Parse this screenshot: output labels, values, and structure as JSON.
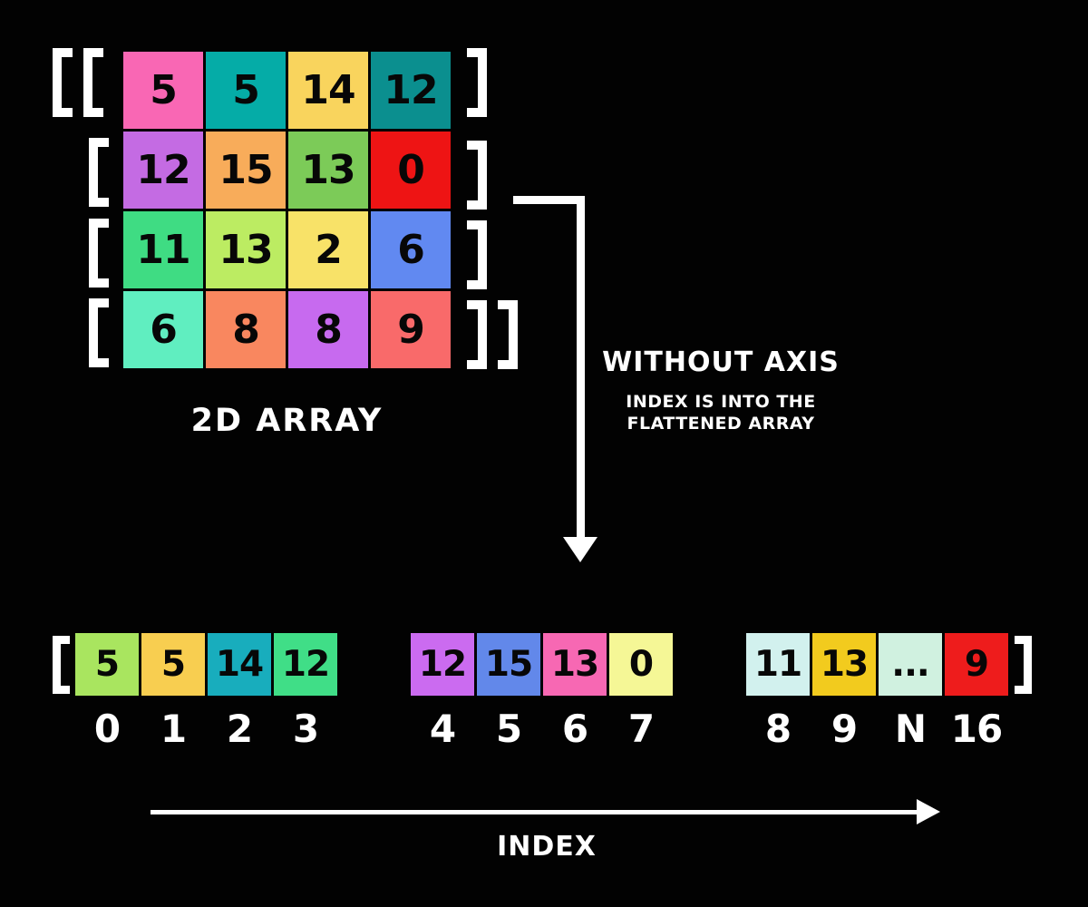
{
  "colors": {
    "background": "#020202",
    "stroke": "#ffffff",
    "cell_text": "#070707",
    "label_text": "#ffffff"
  },
  "grid2d": {
    "label": "2D ARRAY",
    "row_brackets_open": [
      "[[",
      "[",
      "[",
      "["
    ],
    "row_brackets_close": [
      "]",
      "]",
      "]",
      "]]"
    ],
    "rows": [
      {
        "cells": [
          {
            "value": "5",
            "color": "#f967b4"
          },
          {
            "value": "5",
            "color": "#05aca7"
          },
          {
            "value": "14",
            "color": "#f9d45d"
          },
          {
            "value": "12",
            "color": "#0b8f8f"
          }
        ]
      },
      {
        "cells": [
          {
            "value": "12",
            "color": "#c46be3"
          },
          {
            "value": "15",
            "color": "#f8ac5a"
          },
          {
            "value": "13",
            "color": "#7ccb58"
          },
          {
            "value": "0",
            "color": "#ee1414"
          }
        ]
      },
      {
        "cells": [
          {
            "value": "11",
            "color": "#3fdc83"
          },
          {
            "value": "13",
            "color": "#bcec62"
          },
          {
            "value": "2",
            "color": "#f8e268"
          },
          {
            "value": "6",
            "color": "#6189f1"
          }
        ]
      },
      {
        "cells": [
          {
            "value": "6",
            "color": "#60eec0"
          },
          {
            "value": "8",
            "color": "#f9875f"
          },
          {
            "value": "8",
            "color": "#c76aef"
          },
          {
            "value": "9",
            "color": "#f96a6a"
          }
        ]
      }
    ]
  },
  "annotation": {
    "heading": "WITHOUT AXIS",
    "note_line1": "INDEX IS INTO THE",
    "note_line2": "FLATTENED ARRAY"
  },
  "flattened": {
    "open_bracket": "[",
    "close_bracket": "]",
    "groups": [
      {
        "cells": [
          {
            "value": "5",
            "color": "#a9e55f",
            "index": "0"
          },
          {
            "value": "5",
            "color": "#f8ce50",
            "index": "1"
          },
          {
            "value": "14",
            "color": "#18adbd",
            "index": "2"
          },
          {
            "value": "12",
            "color": "#40de87",
            "index": "3"
          }
        ]
      },
      {
        "cells": [
          {
            "value": "12",
            "color": "#cb6bf0",
            "index": "4"
          },
          {
            "value": "15",
            "color": "#6288ea",
            "index": "5"
          },
          {
            "value": "13",
            "color": "#f768b3",
            "index": "6"
          },
          {
            "value": "0",
            "color": "#f5f796",
            "index": "7"
          }
        ]
      },
      {
        "cells": [
          {
            "value": "11",
            "color": "#d2f1ee",
            "index": "8"
          },
          {
            "value": "13",
            "color": "#f2cb1e",
            "index": "9"
          },
          {
            "value": "...",
            "color": "#d0f1e0",
            "index": "N"
          },
          {
            "value": "9",
            "color": "#ee1c1c",
            "index": "16"
          }
        ]
      }
    ]
  },
  "index_axis": {
    "label": "INDEX"
  }
}
